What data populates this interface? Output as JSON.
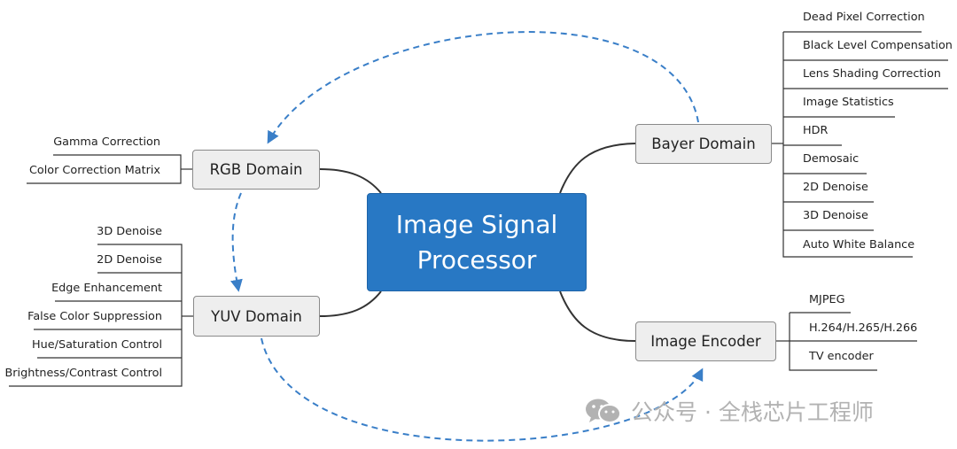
{
  "center": {
    "line1": "Image Signal",
    "line2": "Processor"
  },
  "branches": {
    "bayer": {
      "label": "Bayer Domain",
      "items": [
        "Dead Pixel Correction",
        "Black Level Compensation",
        "Lens Shading Correction",
        "Image Statistics",
        "HDR",
        "Demosaic",
        "2D Denoise",
        "3D Denoise",
        "Auto White Balance"
      ]
    },
    "rgb": {
      "label": "RGB Domain",
      "items": [
        "Gamma Correction",
        "Color Correction Matrix"
      ]
    },
    "yuv": {
      "label": "YUV Domain",
      "items": [
        "3D Denoise",
        "2D Denoise",
        "Edge Enhancement",
        "False Color Suppression",
        "Hue/Saturation Control",
        "Brightness/Contrast Control"
      ]
    },
    "encoder": {
      "label": "Image Encoder",
      "items": [
        "MJPEG",
        "H.264/H.265/H.266",
        "TV encoder"
      ]
    }
  },
  "colors": {
    "center": "#2878c4",
    "node": "#eeeeee",
    "flow_arrow": "#3a7fc8",
    "connector": "#333333",
    "watermark": "#b2b2b2"
  },
  "watermark": {
    "text": "公众号 · 全栈芯片工程师",
    "icon": "wechat-icon"
  }
}
